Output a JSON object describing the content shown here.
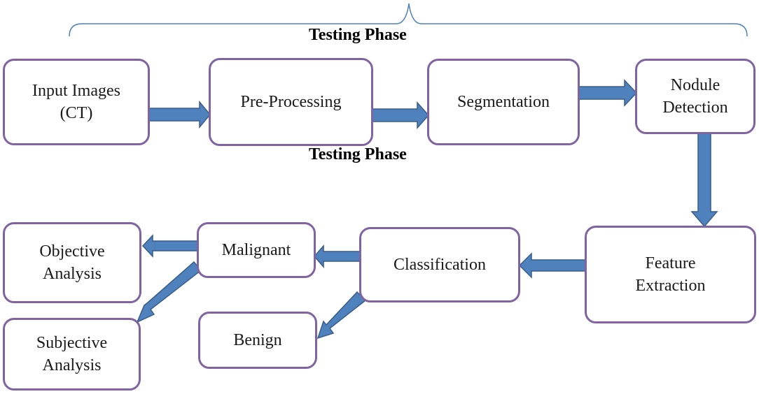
{
  "phase_label_top": "Testing Phase",
  "phase_label_middle": "Testing Phase",
  "nodes": {
    "input_images": "Input Images\n(CT)",
    "pre_processing": "Pre-Processing",
    "segmentation": "Segmentation",
    "nodule_detection": "Nodule\nDetection",
    "feature_extraction": "Feature\nExtraction",
    "classification": "Classification",
    "malignant": "Malignant",
    "benign": "Benign",
    "objective_analysis": "Objective\nAnalysis",
    "subjective_analysis": "Subjective\nAnalysis"
  },
  "colors": {
    "node_border": "#8064a2",
    "arrow_fill": "#4f81bd",
    "arrow_stroke": "#385d8a",
    "brace": "#4f81bd"
  }
}
